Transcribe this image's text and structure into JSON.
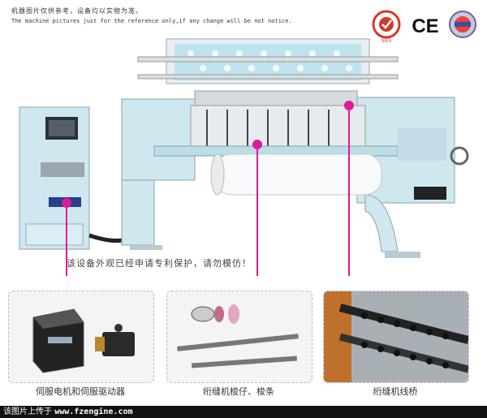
{
  "notice": {
    "cn": "机器图片仅供参考，设备均以实物为准。",
    "en": "The machine pictures just for the reference only,if any change will be not notice."
  },
  "logos": {
    "sgs_label": "SGS",
    "ce_label": "CE"
  },
  "patent_notice": "该设备外观已经申请专利保护，请勿模仿！",
  "features": [
    {
      "caption": "伺服电机和伺服驱动器"
    },
    {
      "caption": "绗缝机梭仔、梭条"
    },
    {
      "caption": "绗缝机线桥"
    }
  ],
  "footer": {
    "prefix": "该图片上传于",
    "url": "www.fzengine.com"
  },
  "colors": {
    "accent_pointer": "#e0199b",
    "machine_body": "#cfe7ef",
    "footer_bg": "#111111"
  }
}
